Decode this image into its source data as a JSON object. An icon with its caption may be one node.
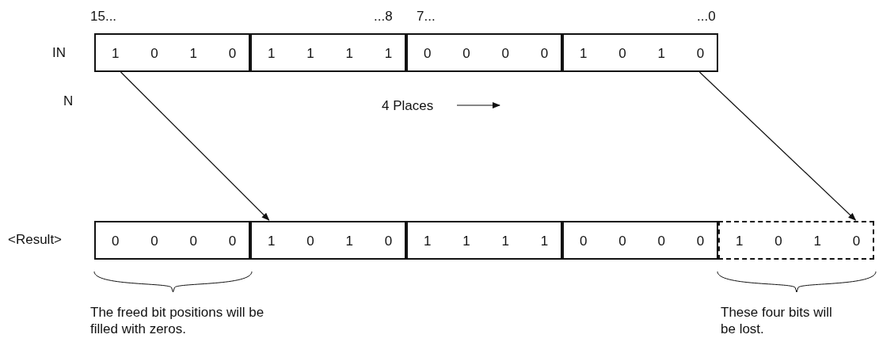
{
  "diagram": {
    "nodes": [
      {
        "text": [
          "1",
          "0",
          "1",
          "0"
        ]
      },
      {
        "text": [
          "1",
          "1",
          "1",
          "1"
        ]
      },
      {
        "text": [
          "0",
          "0",
          "0",
          "0"
        ]
      },
      {
        "text": [
          "1",
          "0",
          "1",
          "0"
        ]
      },
      {
        "text": [
          "0",
          "0",
          "0",
          "0"
        ]
      },
      {
        "text": [
          "1",
          "0",
          "1",
          "0"
        ]
      },
      {
        "text": [
          "1",
          "1",
          "1",
          "1"
        ]
      },
      {
        "text": [
          "0",
          "0",
          "0",
          "0"
        ]
      },
      {
        "text": [
          "1",
          "0",
          "1",
          "0"
        ]
      }
    ],
    "edges": [
      {
        "from": 0,
        "to": 5,
        "arrow": "to"
      },
      {
        "from": 3,
        "to": 8,
        "arrow": "to"
      }
    ],
    "labels": [
      "15...",
      "...8",
      "7...",
      "...0",
      "IN",
      "N",
      "4 Places",
      "<Result>",
      "The freed bit positions will be filled with zeros.",
      "These four bits will be lost."
    ]
  }
}
